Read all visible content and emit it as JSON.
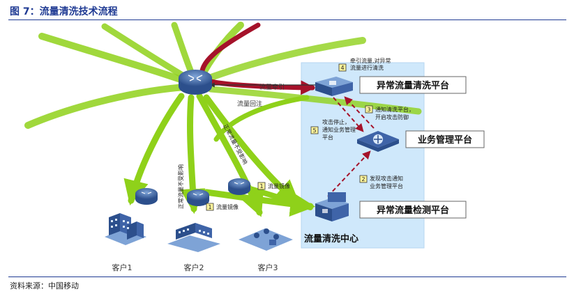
{
  "figure": {
    "title": "图 7：流量清洗技术流程",
    "source": "资料来源：中国移动"
  },
  "center": {
    "label": "流量清洗中心"
  },
  "platforms": {
    "cleaning": "异常流量清洗平台",
    "management": "业务管理平台",
    "detection": "异常流量检测平台"
  },
  "steps": [
    {
      "num": "1",
      "text": "流量镜像"
    },
    {
      "num": "1",
      "text": "流量镜像"
    },
    {
      "num": "2",
      "text_line1": "发现攻击通知",
      "text_line2": "业务管理平台"
    },
    {
      "num": "3",
      "text_line1": "通知清洗平台，",
      "text_line2": "开启攻击防御"
    },
    {
      "num": "4",
      "text_line1": "牵引流量,对异常",
      "text_line2": "流量进行清洗"
    },
    {
      "num": "5",
      "text_line1": "攻击停止，",
      "text_line2": "通知业务管理",
      "text_line3": "平台"
    }
  ],
  "flows": {
    "traction": "流量牵引",
    "reinject": "流量回注",
    "normal_vertical": "正常流量不受影响",
    "normal_diagonal": "正常流量不受影响"
  },
  "customers": [
    "客户1",
    "客户2",
    "客户3"
  ],
  "colors": {
    "brand": "#1f3a93",
    "green": "#8fd11a",
    "attack": "#a5122a",
    "panel": "#cfe8fb"
  }
}
